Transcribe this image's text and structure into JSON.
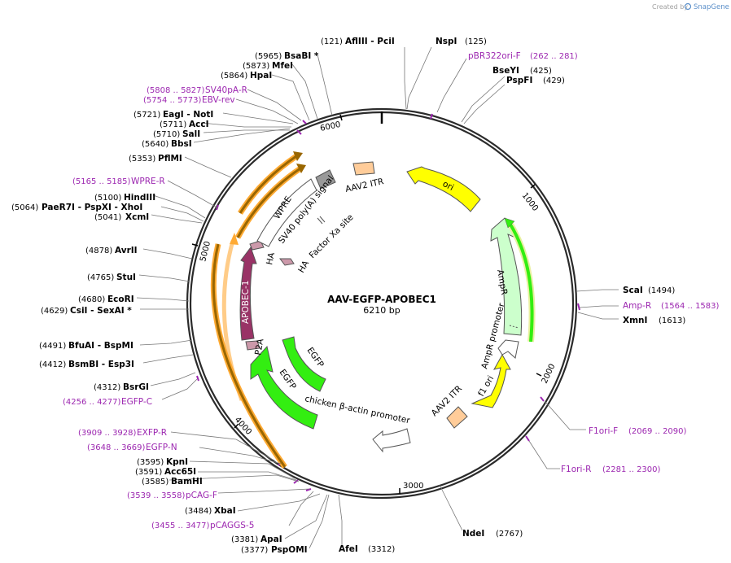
{
  "credit": {
    "prefix": "Created by",
    "brand": "SnapGene"
  },
  "plasmid": {
    "name": "AAV-EGFP-APOBEC1",
    "size": "6210 bp"
  },
  "ticks": [
    "1000",
    "2000",
    "3000",
    "4000",
    "5000",
    "6000"
  ],
  "enzymes": [
    {
      "pos": "(121)",
      "name": "AflIII  - PciI"
    },
    {
      "pos": "(125)",
      "name": "NspI"
    },
    {
      "pos": "(425)",
      "name": "BseYI"
    },
    {
      "pos": "(429)",
      "name": "PspFI"
    },
    {
      "pos": "(1494)",
      "name": "ScaI"
    },
    {
      "pos": "(1613)",
      "name": "XmnI"
    },
    {
      "pos": "(2767)",
      "name": "NdeI"
    },
    {
      "pos": "(3312)",
      "name": "AfeI"
    },
    {
      "pos": "(3377)",
      "name": "PspOMI"
    },
    {
      "pos": "(3381)",
      "name": "ApaI"
    },
    {
      "pos": "(3484)",
      "name": "XbaI"
    },
    {
      "pos": "(3585)",
      "name": "BamHI"
    },
    {
      "pos": "(3591)",
      "name": "Acc65I"
    },
    {
      "pos": "(3595)",
      "name": "KpnI"
    },
    {
      "pos": "(4312)",
      "name": "BsrGI"
    },
    {
      "pos": "(4412)",
      "name": "BsmBI  - Esp3I"
    },
    {
      "pos": "(4491)",
      "name": "BfuAI  - BspMI"
    },
    {
      "pos": "(4629)",
      "name": "CsiI  - SexAI *"
    },
    {
      "pos": "(4680)",
      "name": "EcoRI"
    },
    {
      "pos": "(4765)",
      "name": "StuI"
    },
    {
      "pos": "(4878)",
      "name": "AvrII"
    },
    {
      "pos": "(5041)",
      "name": "XcmI"
    },
    {
      "pos": "(5064)",
      "name": "PaeR7I  - PspXI  - XhoI"
    },
    {
      "pos": "(5100)",
      "name": "HindIII"
    },
    {
      "pos": "(5353)",
      "name": "PflMI"
    },
    {
      "pos": "(5640)",
      "name": "BbsI"
    },
    {
      "pos": "(5710)",
      "name": "SalI"
    },
    {
      "pos": "(5711)",
      "name": "AccI"
    },
    {
      "pos": "(5721)",
      "name": "EagI  - NotI"
    },
    {
      "pos": "(5864)",
      "name": "HpaI"
    },
    {
      "pos": "(5873)",
      "name": "MfeI"
    },
    {
      "pos": "(5965)",
      "name": "BsaBI *"
    }
  ],
  "primers": [
    {
      "name": "pBR322ori-F",
      "range": "(262 .. 281)"
    },
    {
      "name": "Amp-R",
      "range": "(1564 .. 1583)"
    },
    {
      "name": "F1ori-F",
      "range": "(2069 .. 2090)"
    },
    {
      "name": "F1ori-R",
      "range": "(2281 .. 2300)"
    },
    {
      "name": "pCAGGS-5",
      "range": "(3455 .. 3477)"
    },
    {
      "name": "pCAG-F",
      "range": "(3539 .. 3558)"
    },
    {
      "name": "EGFP-N",
      "range": "(3648 .. 3669)"
    },
    {
      "name": "EXFP-R",
      "range": "(3909 .. 3928)"
    },
    {
      "name": "EGFP-C",
      "range": "(4256 .. 4277)"
    },
    {
      "name": "WPRE-R",
      "range": "(5165 .. 5185)"
    },
    {
      "name": "EBV-rev",
      "range": "(5754 .. 5773)"
    },
    {
      "name": "SV40pA-R",
      "range": "(5808 .. 5827)"
    }
  ],
  "features": {
    "ori": "ori",
    "ampr": "AmpR",
    "ampr_promoter": "AmpR promoter",
    "f1_ori": "f1 ori",
    "aav2_itr_right": "AAV2 ITR",
    "aav2_itr_left": "AAV2 ITR",
    "chicken_promoter": "chicken β-actin promoter",
    "egfp_outer": "EGFP",
    "egfp_inner": "EGFP",
    "p2a": "P2A",
    "apobec": "APOBEC-1",
    "ha1": "HA",
    "ha2": "HA",
    "factor_xa": "Factor Xa site",
    "wpre": "WPRE",
    "sv40": "SV40 poly(A) signal"
  },
  "colors": {
    "backbone": "#2b2b2b",
    "primer": "#9c27b0",
    "ori": "#ffff00",
    "ampr": "#ccffcc",
    "green": "#33ee11",
    "apobec": "#993366",
    "ha": "#cc99aa",
    "itr": "#ffcc99",
    "sv40": "#999999",
    "orange": "#ffaa33"
  }
}
